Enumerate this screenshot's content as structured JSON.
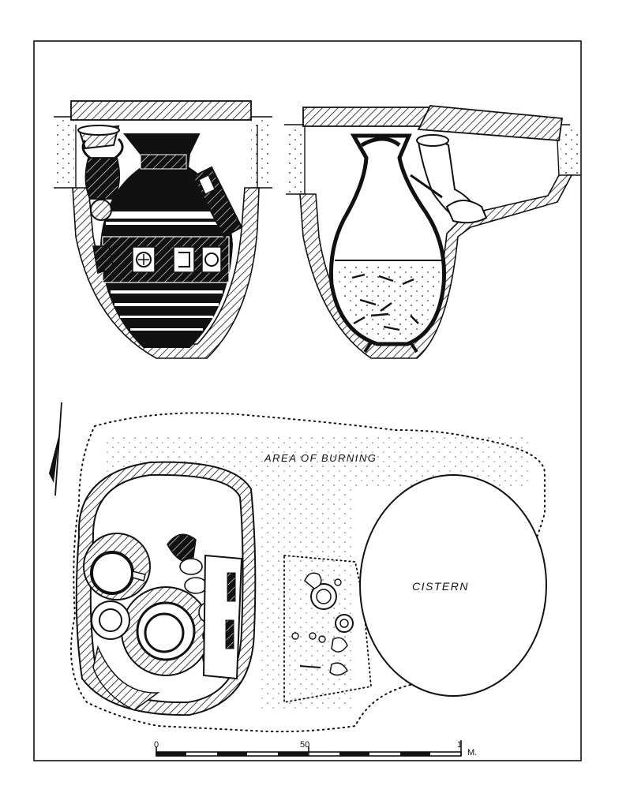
{
  "plan_labels": {
    "area_of_burning": "AREA OF BURNING",
    "cistern": "CISTERN"
  },
  "scale_bar": {
    "start": "0",
    "middle": "50",
    "end": "1",
    "unit": "M."
  },
  "colors": {
    "ink": "#111111",
    "paper": "#ffffff"
  }
}
